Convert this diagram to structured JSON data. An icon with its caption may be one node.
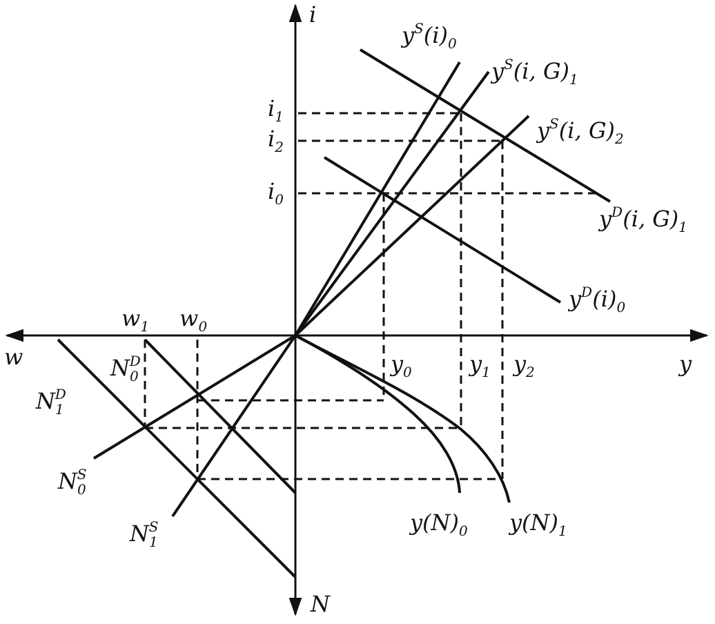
{
  "diagram": {
    "labels": [
      "i",
      "y$^{S}$(i)$_{0}$",
      "y$^{S}$(i, G)$_{1}$",
      "i$_{1}$",
      "i$_{2}$",
      "y$^{S}$(i, G)$_{2}$",
      "i$_{0}$",
      "y$^{D}$(i, G)$_{1}$",
      "y$^{D}$(i)$_{0}$",
      "w$_{1}$",
      "w$_{0}$",
      "w",
      "y$_{0}$",
      "y$_{1}$",
      "y$_{2}$",
      "y",
      "N$_{0}$$^{D}$",
      "N$_{1}$$^{D}$",
      "N$_{0}$$^{S}$",
      "N$_{1}$$^{S}$",
      "y(N)$_{0}$",
      "y(N)$_{1}$",
      "N"
    ]
  }
}
